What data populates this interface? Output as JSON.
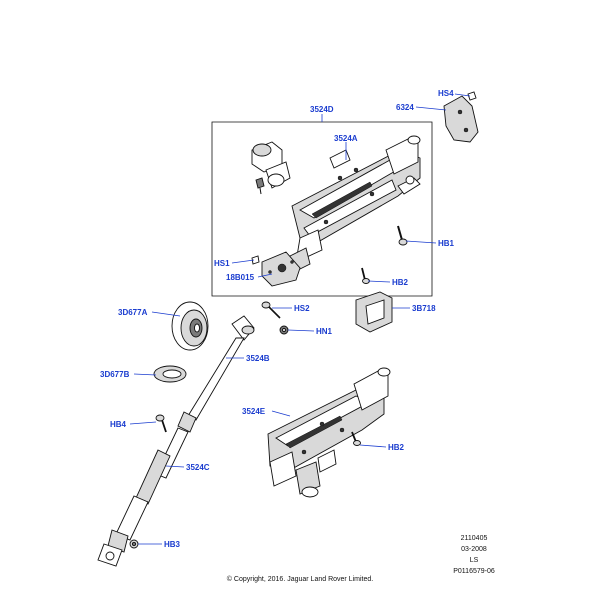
{
  "callouts": {
    "hs4": "HS4",
    "p6324": "6324",
    "p3524D": "3524D",
    "p3524A": "3524A",
    "hb1": "HB1",
    "hs1": "HS1",
    "p18B015": "18B015",
    "hb2_top": "HB2",
    "p3D677A": "3D677A",
    "hs2": "HS2",
    "p3B718": "3B718",
    "hn1": "HN1",
    "p3524B": "3524B",
    "p3D677B": "3D677B",
    "p3524E": "3524E",
    "hb4": "HB4",
    "hb2_bottom": "HB2",
    "p3524C": "3524C",
    "hb3": "HB3"
  },
  "meta": {
    "line1": "2110405",
    "line2": "03-2008",
    "line3": "LS",
    "line4": "P0116579-06"
  },
  "copyright": "© Copyright, 2016. Jaguar Land Rover Limited.",
  "colors": {
    "callout": "#1a3ccf",
    "line": "#111111"
  }
}
